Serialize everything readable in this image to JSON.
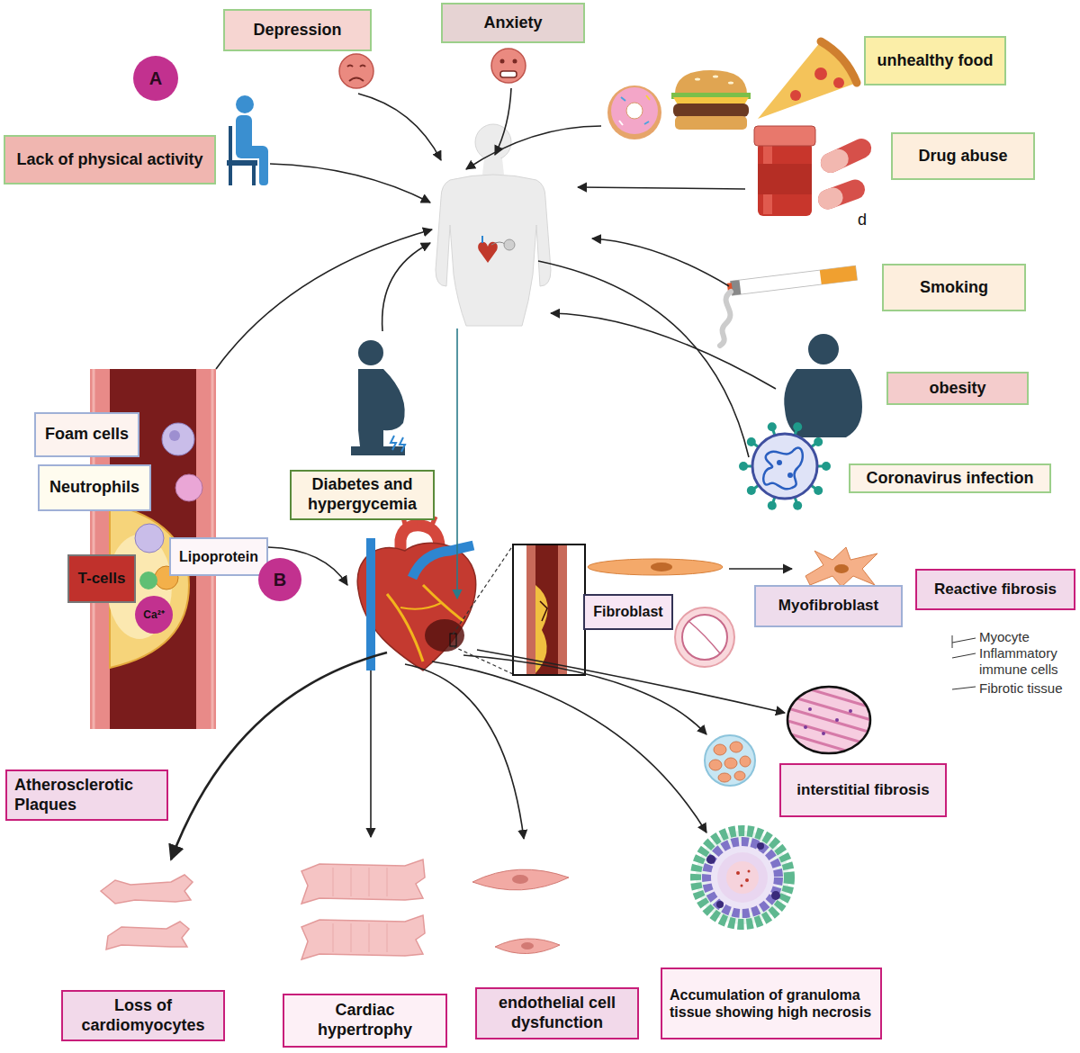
{
  "diagram": {
    "nodes": [
      {
        "text": [
          "A"
        ]
      },
      {
        "text": [
          "Depression"
        ]
      },
      {
        "text": [
          "Anxiety"
        ]
      },
      {
        "text": [
          "Lack of physical activity"
        ]
      },
      {
        "text": [
          "unhealthy food"
        ]
      },
      {
        "text": [
          "Drug abuse"
        ]
      },
      {
        "text": [
          "Smoking"
        ]
      },
      {
        "text": [
          "obesity"
        ]
      },
      {
        "text": [
          "Diabetes and hypergycemia"
        ]
      },
      {
        "text": [
          "Coronavirus infection"
        ]
      },
      {
        "text": [
          "Foam cells"
        ]
      },
      {
        "text": [
          "Neutrophils"
        ]
      },
      {
        "text": [
          "T-cells"
        ]
      },
      {
        "text": [
          "Lipoprotein"
        ]
      },
      {
        "text": [
          "Ca²⁺"
        ]
      },
      {
        "text": [
          "B"
        ]
      },
      {
        "text": [
          "Fibroblast"
        ]
      },
      {
        "text": [
          "Myofibroblast"
        ]
      },
      {
        "text": [
          "Reactive fibrosis"
        ]
      },
      {
        "text": [
          "interstitial fibrosis"
        ]
      },
      {
        "text": [
          "Atherosclerotic Plaques"
        ]
      },
      {
        "text": [
          "Loss of cardiomyocytes"
        ]
      },
      {
        "text": [
          "Cardiac hypertrophy"
        ]
      },
      {
        "text": [
          "endothelial cell dysfunction"
        ]
      },
      {
        "text": [
          "Accumulation of granuloma tissue showing high necrosis"
        ]
      }
    ],
    "labels": [
      "d",
      "Myocyte",
      "Inflammatory immune cells",
      "Fibrotic tissue"
    ]
  }
}
